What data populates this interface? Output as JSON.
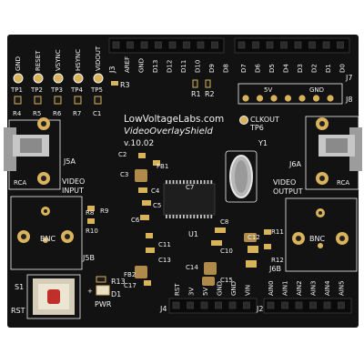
{
  "board": {
    "title": "LowVoltageLabs.com",
    "subtitle": "VideoOverlayShield",
    "version": "v.10.02",
    "colors": {
      "pcb": "#121212",
      "silkscreen": "#f2f2f2",
      "header": "#0a0a0a",
      "pad": "#d9b25c",
      "chip": "#1e1e1e",
      "led": "#e8e0c8",
      "button": "#c0302a"
    }
  },
  "test_points": {
    "top": [
      "GND",
      "RESET",
      "VSYNC",
      "HSYNC",
      "VIDOUT"
    ],
    "bottom": [
      "TP1",
      "TP2",
      "TP3",
      "TP4",
      "TP5"
    ],
    "resistors": [
      "R4",
      "R5",
      "R6",
      "R7",
      "C1"
    ]
  },
  "headers": {
    "j3": "J3",
    "j3_pins": [
      "AREF",
      "GND",
      "D13",
      "D12",
      "D11",
      "D10",
      "D9",
      "D8"
    ],
    "j7": "J7",
    "j7_pins": [
      "D7",
      "D6",
      "D5",
      "D4",
      "D3",
      "D2",
      "D1",
      "D0"
    ],
    "j8": "J8",
    "j8_labels": [
      "5V",
      "GND"
    ],
    "j4": "J4",
    "j4_pins": [
      "RST",
      "3V",
      "5V",
      "GND",
      "GND",
      "VIN"
    ],
    "j2": "J2",
    "j2_pins": [
      "AIN0",
      "AIN1",
      "AIN2",
      "AIN3",
      "AIN4",
      "AIN5"
    ]
  },
  "labels": {
    "clkout": "CLKOUT",
    "tp6": "TP6",
    "y1": "Y1",
    "j5a": "J5A",
    "j5b": "J5B",
    "j6a": "J6A",
    "j6b": "J6B",
    "rca_left": "RCA",
    "rca_right": "RCA",
    "bnc_left": "BNC",
    "bnc_right": "BNC",
    "video_input": [
      "VIDEO",
      "INPUT"
    ],
    "video_output": [
      "VIDEO",
      "OUTPUT"
    ],
    "s1": "S1",
    "rst": "RST",
    "pwr": "PWR",
    "d1": "D1",
    "u1": "U1",
    "r1": "R1",
    "r2": "R2",
    "r3": "R3",
    "r8": "R8",
    "r9": "R9",
    "r10": "R10",
    "r11": "R11",
    "r12": "R12",
    "r13": "R13",
    "c2": "C2",
    "c3": "C3",
    "c4": "C4",
    "c5": "C5",
    "c6": "C6",
    "c7": "C7",
    "c8": "C8",
    "c10": "C10",
    "c11": "C11",
    "c12": "C12",
    "c13": "C13",
    "c14": "C14",
    "c15": "C15",
    "c17": "C17",
    "fb1": "FB1",
    "fb2": "FB2"
  }
}
